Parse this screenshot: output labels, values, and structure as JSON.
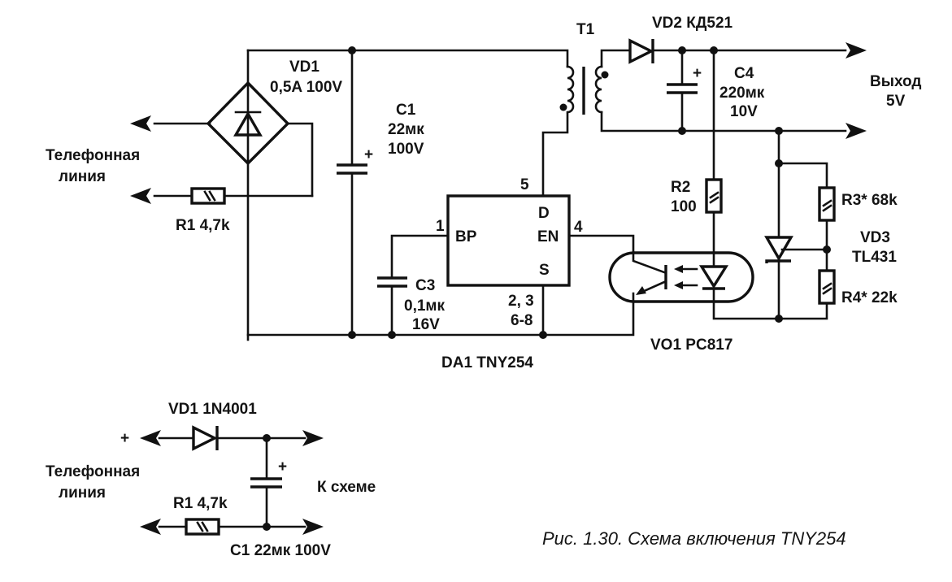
{
  "figure": {
    "caption": "Рис. 1.30. Схема включения TNY254",
    "colors": {
      "ink": "#111111",
      "background": "#ffffff"
    }
  },
  "main_circuit": {
    "input_label_line1": "Телефонная",
    "input_label_line2": "линия",
    "output_label_line1": "Выход",
    "output_label_line2": "5V",
    "components": {
      "vd1": {
        "ref": "VD1",
        "value": "0,5A 100V",
        "type": "diode-bridge"
      },
      "r1": {
        "ref": "R1",
        "value": "4,7k",
        "label": "R1 4,7k",
        "type": "resistor"
      },
      "c1": {
        "ref": "C1",
        "value": "22мк",
        "voltage": "100V",
        "polarity": "+",
        "type": "electrolytic-capacitor"
      },
      "c3": {
        "ref": "C3",
        "value": "0,1мк",
        "voltage": "16V",
        "type": "capacitor"
      },
      "t1": {
        "ref": "T1",
        "type": "transformer"
      },
      "vd2": {
        "ref": "VD2",
        "value": "КД521",
        "label": "VD2 КД521",
        "type": "diode"
      },
      "c4": {
        "ref": "C4",
        "value": "220мк",
        "voltage": "10V",
        "polarity": "+",
        "type": "electrolytic-capacitor"
      },
      "r2": {
        "ref": "R2",
        "value": "100",
        "type": "resistor"
      },
      "r3": {
        "ref": "R3*",
        "value": "68k",
        "label": "R3* 68k",
        "type": "resistor"
      },
      "r4": {
        "ref": "R4*",
        "value": "22k",
        "label": "R4* 22k",
        "type": "resistor"
      },
      "vd3": {
        "ref": "VD3",
        "value": "TL431",
        "type": "shunt-regulator"
      },
      "vo1": {
        "ref": "VO1",
        "value": "PC817",
        "label": "VO1 PC817",
        "type": "optocoupler"
      },
      "da1": {
        "ref": "DA1",
        "value": "TNY254",
        "label": "DA1 TNY254",
        "type": "ic",
        "pins": {
          "d": {
            "name": "D",
            "number": "5"
          },
          "bp": {
            "name": "BP",
            "number": "1"
          },
          "en": {
            "name": "EN",
            "number": "4"
          },
          "s": {
            "name": "S",
            "number_line1": "2, 3",
            "number_line2": "6-8"
          }
        }
      }
    }
  },
  "alt_circuit": {
    "plus_sign": "+",
    "input_label_line1": "Телефонная",
    "input_label_line2": "линия",
    "output_label": "К схеме",
    "components": {
      "vd1": {
        "label": "VD1 1N4001",
        "type": "diode"
      },
      "r1": {
        "label": "R1 4,7k",
        "type": "resistor"
      },
      "c1": {
        "label": "C1 22мк 100V",
        "polarity": "+",
        "type": "electrolytic-capacitor"
      }
    }
  }
}
